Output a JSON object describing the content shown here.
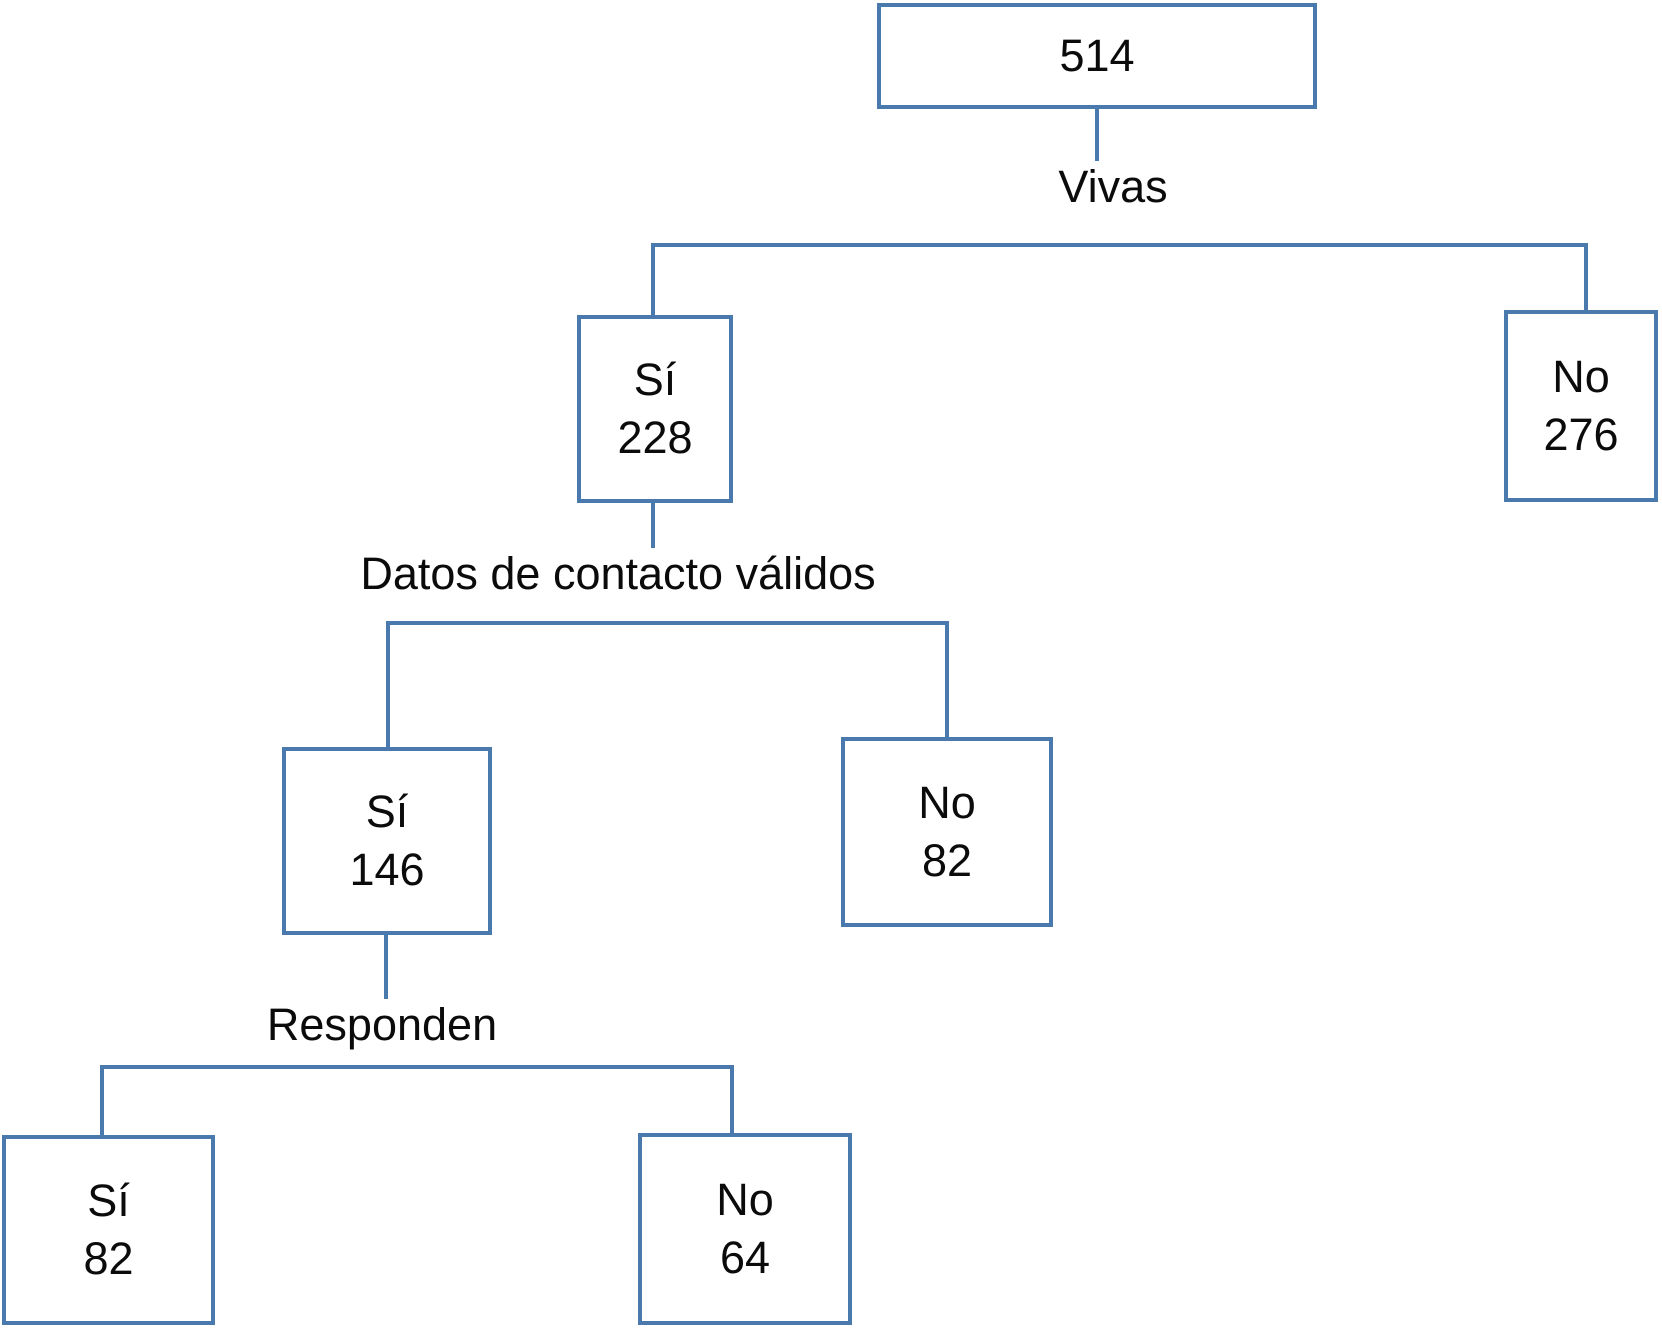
{
  "diagram": {
    "type": "flowchart",
    "root": {
      "value": "514"
    },
    "levels": [
      {
        "question": "Vivas",
        "yes": {
          "label": "Sí",
          "value": "228"
        },
        "no": {
          "label": "No",
          "value": "276"
        }
      },
      {
        "question": "Datos de contacto válidos",
        "yes": {
          "label": "Sí",
          "value": "146"
        },
        "no": {
          "label": "No",
          "value": "82"
        }
      },
      {
        "question": "Responden",
        "yes": {
          "label": "Sí",
          "value": "82"
        },
        "no": {
          "label": "No",
          "value": "64"
        }
      }
    ],
    "colors": {
      "line": "#4a79ae",
      "text": "#0b0b0b",
      "background": "#ffffff"
    }
  }
}
